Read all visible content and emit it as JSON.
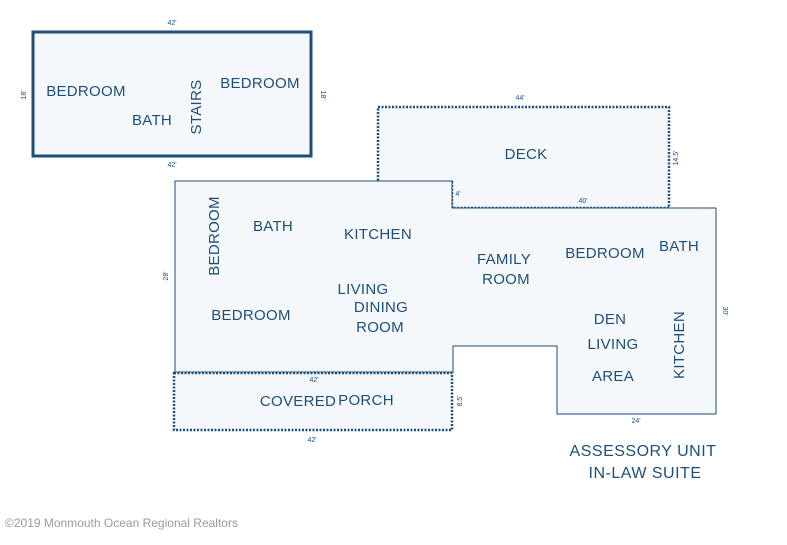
{
  "colors": {
    "line": "#1f4e79",
    "fill": "#f5f8fa",
    "watermark": "#9a9a9a"
  },
  "upper_level": {
    "dims": {
      "top": "42'",
      "bottom": "42'",
      "left": "18'",
      "right": "18'"
    },
    "rooms": {
      "bedroom_left": "BEDROOM",
      "bath": "BATH",
      "stairs": "STAIRS",
      "bedroom_right": "BEDROOM"
    }
  },
  "deck": {
    "label": "DECK",
    "dims": {
      "top": "44'",
      "right": "14.5'",
      "bottom": "40'",
      "left": "4'"
    }
  },
  "main_level": {
    "dims": {
      "left": "28'",
      "right": "30'",
      "bottom": "24'"
    },
    "rooms": {
      "bedroom_vertical": "BEDROOM",
      "bath_left": "BATH",
      "kitchen_top": "KITCHEN",
      "bedroom_lower": "BEDROOM",
      "living": "LIVING",
      "dining": "DINING",
      "room": "ROOM",
      "family": "FAMILY",
      "family_room": "ROOM",
      "bedroom_right": "BEDROOM",
      "bath_right": "BATH",
      "den": "DEN",
      "living_right": "LIVING",
      "area": "AREA",
      "kitchen_vertical": "KITCHEN"
    }
  },
  "porch": {
    "label_covered": "COVERED",
    "label_porch": "PORCH",
    "dims": {
      "top": "42'",
      "bottom": "42'",
      "right": "8.5'"
    }
  },
  "caption": {
    "line1": "ASSESSORY UNIT",
    "line2": "IN-LAW SUITE"
  },
  "watermark": "©2019 Monmouth Ocean Regional Realtors"
}
